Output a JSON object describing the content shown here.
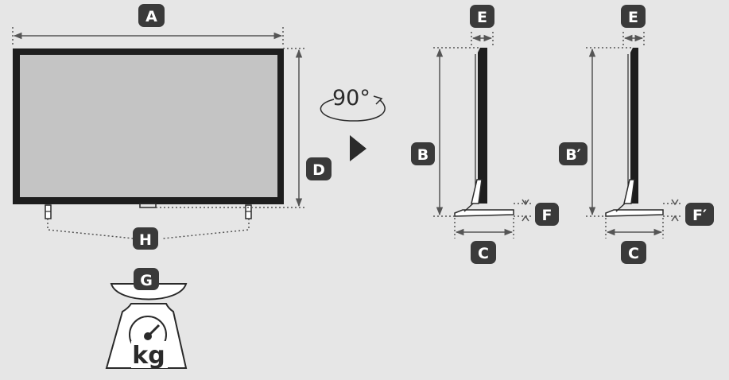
{
  "labels": {
    "a": "A",
    "b": "B",
    "b_prime": "B′",
    "c_left": "C",
    "c_right": "C",
    "d": "D",
    "e_left": "E",
    "e_right": "E",
    "f": "F",
    "f_prime": "F′",
    "g": "G",
    "h": "H"
  },
  "rotation": "90°",
  "weight_unit": "kg",
  "colors": {
    "background": "#e6e6e6",
    "badge": "#3a3a3a",
    "line": "#2a2a2a",
    "screen": "#c4c4c4",
    "dim_line": "#555555"
  },
  "icons": {
    "arrow": "play-arrow-icon",
    "rotation": "rotate-arrow-icon",
    "scale": "scale-icon"
  }
}
